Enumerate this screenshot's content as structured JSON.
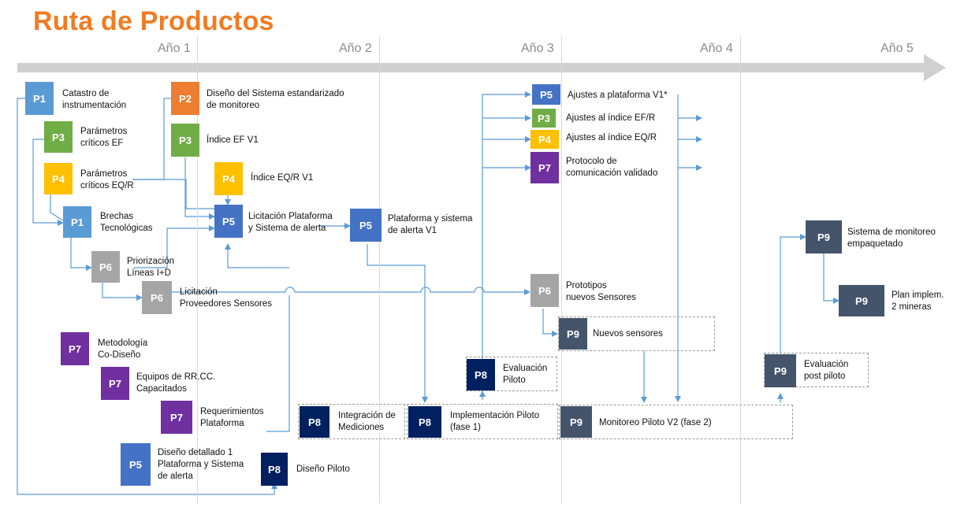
{
  "title": "Ruta de Productos",
  "years": [
    "Año 1",
    "Año 2",
    "Año 3",
    "Año 4",
    "Año 5"
  ],
  "colors": {
    "title": "#f07c22",
    "P1": "#5b9bd5",
    "P2": "#ed7d31",
    "P3": "#70ad47",
    "P4": "#ffc000",
    "P5": "#4472c4",
    "P6": "#a5a5a5",
    "P7": "#7030a0",
    "P8": "#002060",
    "P9": "#44546a",
    "line": "#5b9bd5",
    "axis": "#d0d0d0"
  },
  "nodes": [
    {
      "code": "P1",
      "label": "Catastro de\ninstrumentación"
    },
    {
      "code": "P3",
      "label": "Parámetros\ncríticos EF"
    },
    {
      "code": "P4",
      "label": "Parámetros\ncríticos EQ/R"
    },
    {
      "code": "P1",
      "label": "Brechas\nTecnológicas"
    },
    {
      "code": "P6",
      "label": "Priorización\nLíneas I+D"
    },
    {
      "code": "P6",
      "label": "Licitación\nProveedores Sensores"
    },
    {
      "code": "P7",
      "label": "Metodología\nCo-Diseño"
    },
    {
      "code": "P7",
      "label": "Equipos de RR.CC.\nCapacitados"
    },
    {
      "code": "P7",
      "label": "Requerimientos\nPlataforma"
    },
    {
      "code": "P5",
      "label": "Diseño detallado 1\nPlataforma y Sistema\nde alerta"
    },
    {
      "code": "P8",
      "label": "Diseño Piloto"
    },
    {
      "code": "P2",
      "label": "Diseño del Sistema estandarizado\nde monitoreo"
    },
    {
      "code": "P3",
      "label": "Índice EF V1"
    },
    {
      "code": "P4",
      "label": "Índice EQ/R V1"
    },
    {
      "code": "P5",
      "label": "Licitación Plataforma\ny Sistema de alerta"
    },
    {
      "code": "P5",
      "label": "Plataforma y sistema\nde alerta V1"
    },
    {
      "code": "P8",
      "label": "Integración de\nMediciones"
    },
    {
      "code": "P8",
      "label": "Implementación Piloto\n(fase 1)"
    },
    {
      "code": "P8",
      "label": "Evaluación\n Piloto"
    },
    {
      "code": "P5",
      "label": "Ajustes a plataforma V1*"
    },
    {
      "code": "P3",
      "label": "Ajustes al índice EF/R"
    },
    {
      "code": "P4",
      "label": "Ajustes al índice EQ/R"
    },
    {
      "code": "P7",
      "label": "Protocolo de\ncomunicación validado"
    },
    {
      "code": "P6",
      "label": "Prototipos\nnuevos Sensores"
    },
    {
      "code": "P9",
      "label": "Nuevos sensores"
    },
    {
      "code": "P9",
      "label": "Monitoreo Piloto V2 (fase 2)"
    },
    {
      "code": "P9",
      "label": "Evaluación\npost piloto"
    },
    {
      "code": "P9",
      "label": "Sistema de monitoreo\nempaquetado"
    },
    {
      "code": "P9",
      "label": "Plan implem.\n2 mineras"
    }
  ]
}
